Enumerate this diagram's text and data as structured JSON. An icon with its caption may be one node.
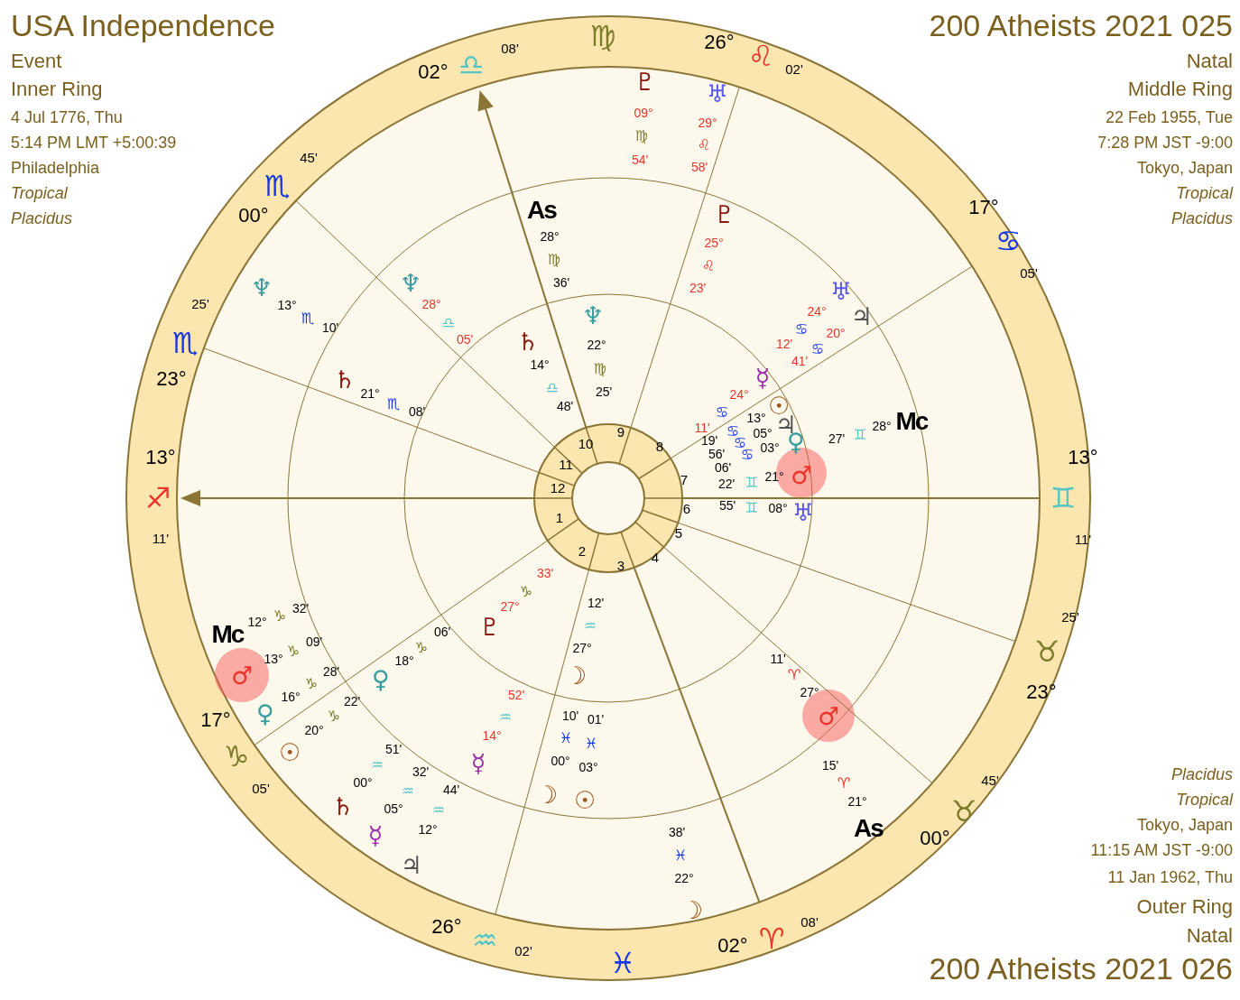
{
  "diagram": {
    "labels": [
      "USA Independence",
      "Event",
      "Inner Ring",
      "4 Jul 1776, Thu",
      "5:14 PM LMT +5:00:39",
      "Philadelphia",
      "Tropical",
      "Placidus",
      "200 Atheists 2021 025",
      "Natal",
      "Middle Ring",
      "22 Feb 1955, Tue",
      "7:28 PM JST -9:00",
      "Tokyo, Japan",
      "Tropical",
      "Placidus",
      "02°",
      "♎",
      "08'",
      "♍",
      "26°",
      "♌",
      "02'",
      "17°",
      "♋",
      "05'",
      "13°",
      "♊",
      "11'",
      "25'",
      "♉",
      "23°",
      "45'",
      "♉",
      "00°",
      "08'",
      "♈",
      "02°",
      "♓",
      "02'",
      "♒",
      "26°",
      "05'",
      "♑",
      "17°",
      "11'",
      "♐",
      "13°",
      "23°",
      "♏",
      "25'",
      "00°",
      "♏",
      "45'",
      "1",
      "2",
      "3",
      "4",
      "5",
      "6",
      "7",
      "8",
      "9",
      "10",
      "11",
      "12",
      "♇",
      "09°",
      "♍",
      "54'",
      "♅",
      "29°",
      "♌",
      "58'",
      "♆",
      "13°",
      "♏",
      "10'",
      "♄",
      "21°",
      "♏",
      "08'",
      "Mc",
      "12°",
      "♑",
      "32'",
      "♂",
      "13°",
      "♑",
      "09'",
      "♀",
      "16°",
      "♑",
      "28'",
      "☉",
      "20°",
      "♑",
      "22'",
      "♄",
      "00°",
      "♒",
      "51'",
      "☿",
      "05°",
      "♒",
      "32'",
      "♃",
      "12°",
      "♒",
      "44'",
      "38'",
      "♓",
      "22°",
      "☽",
      "15'",
      "♈",
      "21°",
      "As",
      "Mc",
      "28°",
      "♊",
      "27'",
      "As",
      "28°",
      "♍",
      "36'",
      "♆",
      "28°",
      "♎",
      "05'",
      "♇",
      "25°",
      "♌",
      "23'",
      "♅",
      "24°",
      "♋",
      "12'",
      "♃",
      "20°",
      "♋",
      "41'",
      "☿",
      "24°",
      "♋",
      "11'",
      "☉",
      "13°",
      "♋",
      "19'",
      "♃",
      "05°",
      "♋",
      "56'",
      "♀",
      "03°",
      "♋",
      "06'",
      "♂",
      "21°",
      "♊",
      "22'",
      "♅",
      "08°",
      "♊",
      "55'",
      "♀",
      "18°",
      "♑",
      "06'",
      "♇",
      "27°",
      "♑",
      "33'",
      "☿",
      "14°",
      "♒",
      "52'",
      "☽",
      "00°",
      "♓",
      "10'",
      "☉",
      "03°",
      "♓",
      "01'",
      "11'",
      "♈",
      "27°",
      "♂",
      "♄",
      "14°",
      "♎",
      "48'",
      "♆",
      "22°",
      "♍",
      "25'",
      "12'",
      "♒",
      "27°",
      "☽",
      "Placidus",
      "Tropical",
      "Tokyo, Japan",
      "11:15 AM JST -9:00",
      "11 Jan 1962, Thu",
      "Outer Ring",
      "Natal",
      "200 Atheists 2021 026"
    ]
  }
}
